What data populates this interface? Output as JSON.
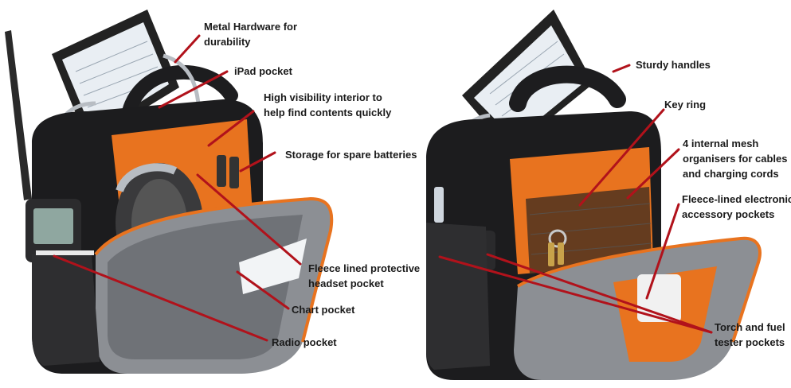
{
  "colors": {
    "leader_line": "#b1121b",
    "bag_black": "#1c1c1e",
    "bag_orange": "#e8731f",
    "bag_grey": "#8c8f94",
    "background": "#ffffff"
  },
  "callouts": {
    "metal_hardware": [
      "Metal Hardware for",
      "durability"
    ],
    "ipad_pocket": [
      "iPad pocket"
    ],
    "high_visibility": [
      "High visibility interior to",
      "help find contents quickly"
    ],
    "spare_batteries": [
      "Storage for spare batteries"
    ],
    "headset_pocket": [
      "Fleece lined protective",
      "headset pocket"
    ],
    "chart_pocket": [
      "Chart pocket"
    ],
    "radio_pocket": [
      "Radio pocket"
    ],
    "sturdy_handles": [
      "Sturdy handles"
    ],
    "key_ring": [
      "Key ring"
    ],
    "mesh_organisers": [
      "4 internal mesh",
      "organisers for cables",
      "and charging cords"
    ],
    "electronic_pockets": [
      "Fleece-lined electronic",
      "accessory pockets"
    ],
    "torch_pockets": [
      "Torch and fuel",
      "tester pockets"
    ]
  }
}
